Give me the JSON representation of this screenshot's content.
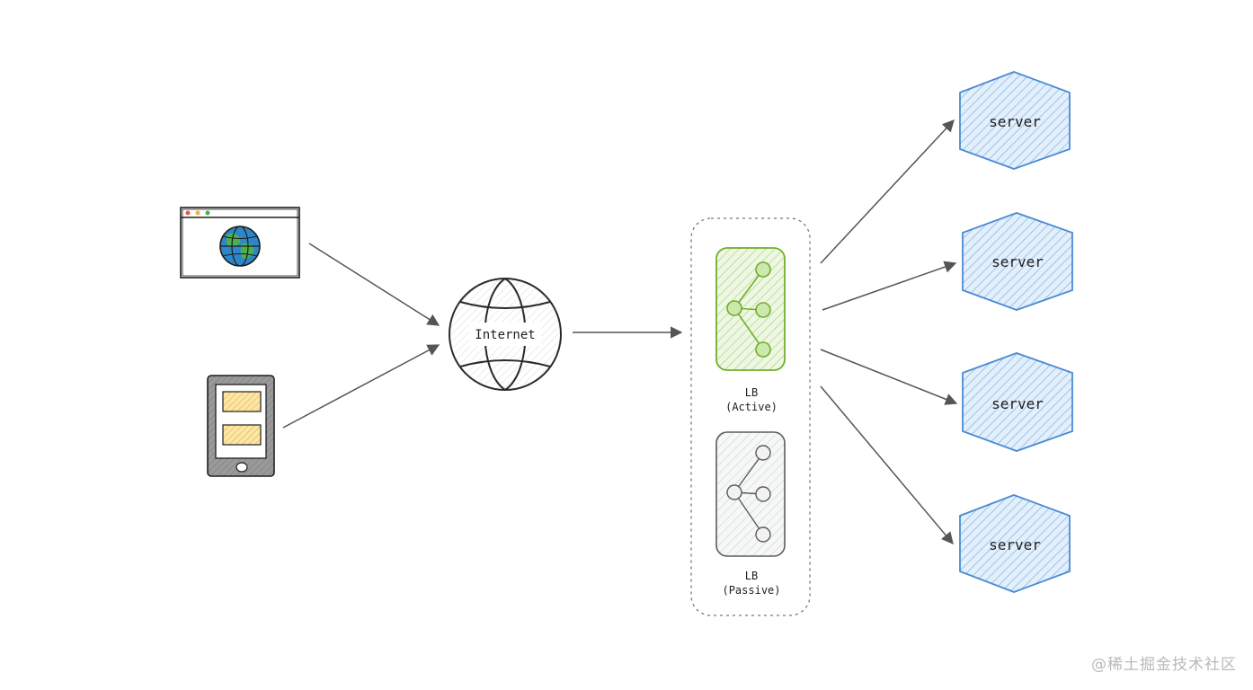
{
  "nodes": {
    "internet_label": "Internet",
    "lb_active_line1": "LB",
    "lb_active_line2": "(Active)",
    "lb_passive_line1": "LB",
    "lb_passive_line2": "(Passive)",
    "servers": [
      "server",
      "server",
      "server",
      "server"
    ]
  },
  "icons": {
    "browser": "browser-window-globe-icon",
    "mobile": "mobile-phone-icon",
    "internet": "globe-icon",
    "lb": "tree-network-icon",
    "server": "hexagon-server-icon"
  },
  "colors": {
    "line": "#555555",
    "active_stroke": "#6fae2a",
    "active_fill": "#dcefc5",
    "passive_stroke": "#5c5c5c",
    "passive_fill": "#eef0f0",
    "server_stroke": "#4a8bd4",
    "server_fill": "#cfe4f7",
    "mobile_card_fill": "#f6cf72"
  },
  "watermark": "@稀土掘金技术社区"
}
